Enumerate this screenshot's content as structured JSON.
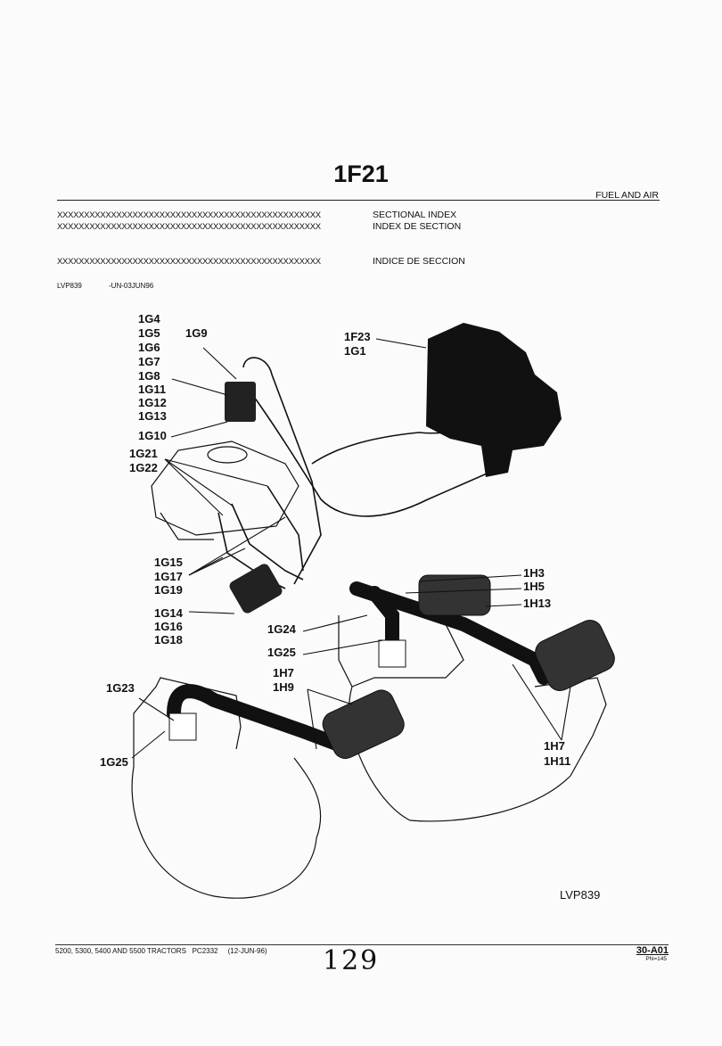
{
  "header": {
    "title": "1F21",
    "section": "FUEL AND AIR"
  },
  "index": [
    {
      "x": "XXXXXXXXXXXXXXXXXXXXXXXXXXXXXXXXXXXXXXXXXXXXXXXXX",
      "label": "SECTIONAL INDEX"
    },
    {
      "x": "XXXXXXXXXXXXXXXXXXXXXXXXXXXXXXXXXXXXXXXXXXXXXXXXX",
      "label": "INDEX DE SECTION"
    },
    {
      "x": "XXXXXXXXXXXXXXXXXXXXXXXXXXXXXXXXXXXXXXXXXXXXXXXXX",
      "label": "INDICE DE SECCION"
    }
  ],
  "ref": {
    "code": "LVP839",
    "date": "-UN-03JUN96"
  },
  "callouts": {
    "g4": "1G4",
    "g5": "1G5",
    "g6": "1G6",
    "g7": "1G7",
    "g8": "1G8",
    "g11": "1G11",
    "g12": "1G12",
    "g13": "1G13",
    "g9": "1G9",
    "g10": "1G10",
    "g21": "1G21",
    "g22": "1G22",
    "f23": "1F23",
    "g1": "1G1",
    "g15": "1G15",
    "g17": "1G17",
    "g19": "1G19",
    "g14": "1G14",
    "g16": "1G16",
    "g18": "1G18",
    "g24": "1G24",
    "g25a": "1G25",
    "h3": "1H3",
    "h5": "1H5",
    "h13": "1H13",
    "h7a": "1H7",
    "h9": "1H9",
    "g23": "1G23",
    "g25b": "1G25",
    "h7b": "1H7",
    "h11": "1H11"
  },
  "figure_id": "LVP839",
  "footer": {
    "models": "5200, 5300, 5400 AND 5500 TRACTORS   PC2332     (12-JUN-96)",
    "code": "30-A01",
    "pn": "PN=145",
    "handwritten": "129"
  }
}
